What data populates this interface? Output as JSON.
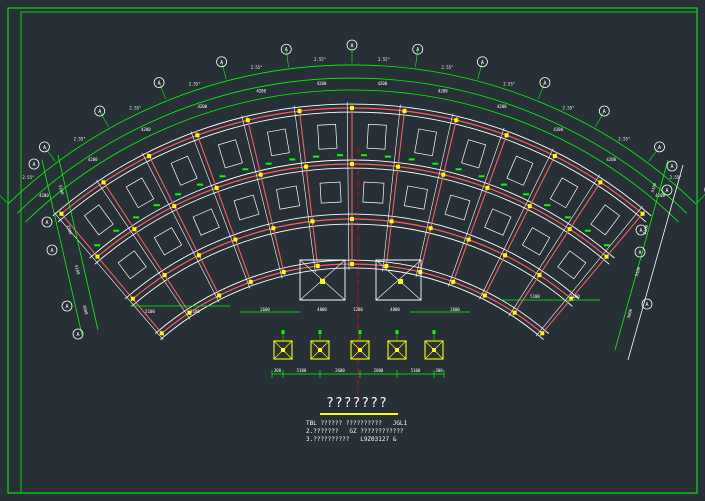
{
  "drawing": {
    "title": "???????",
    "notes": [
      {
        "left": "TBL ?????? ??????????",
        "right": "JGL1"
      },
      {
        "left": "2.???????",
        "right": "GZ ????????????"
      },
      {
        "left": "3.??????????",
        "right": "L9Z03127 &"
      }
    ],
    "axis_bubble_label": "A",
    "small_dims": [
      "2.55°",
      "2.55°",
      "2.55°",
      "2.55°",
      "2.55°",
      "2.55°",
      "2.55°",
      "2.55°",
      "2.55°",
      "2.55°",
      "2.55°",
      "2.55°",
      "2.55°"
    ],
    "mid_dims": [
      "4200",
      "4200",
      "4200",
      "4200",
      "4200",
      "4200",
      "4200",
      "4200",
      "4200",
      "4200",
      "4200",
      "4200"
    ],
    "left_dims": [
      "5100",
      "2100",
      "5100",
      "3000"
    ],
    "right_dims": [
      "5100",
      "2100",
      "5100",
      "3000"
    ],
    "bottom_dims": [
      "300",
      "5100",
      "2600",
      "2600",
      "5100",
      "300"
    ],
    "left_wing_bottom_dims": [
      "5100",
      "2100"
    ],
    "center_dims": [
      "4800",
      "1200",
      "4800"
    ]
  },
  "colors": {
    "background": "#263036",
    "frame": "#00ff00",
    "grid": "#00ff00",
    "walls": "#ffffff",
    "columns": "#ffff00",
    "beams": "#ff5a5a",
    "labels": "#ffffff",
    "accent": "#ff0000"
  }
}
